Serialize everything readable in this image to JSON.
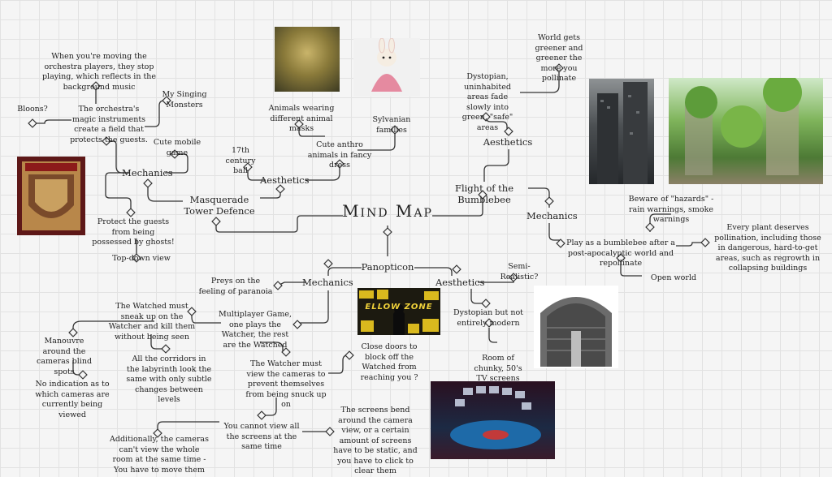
{
  "title": "Mind Map",
  "branches": {
    "masquerade": {
      "title": "Masquerade Tower Defence",
      "mechanics": "Mechanics",
      "aesthetics": "Aesthetics",
      "orchestra_stop": "When you're moving the orchestra players, they stop playing, which reflects in the background music",
      "singing": "My Singing Monsters",
      "bloons": "Bloons?",
      "orchestra_field": "The orchestra's magic instruments create a field that protects the guests.",
      "mobile": "Cute mobile game",
      "protect": "Protect the guests from being possessed by ghosts!",
      "topdown": "Top-down view",
      "ball": "17th century ball",
      "masks": "Animals wearing different animal masks",
      "sylvanian": "Sylvanian families",
      "anthro": "Cute anthro animals in fancy dress"
    },
    "bumblebee": {
      "title": "Flight of the Bumblebee",
      "aesthetics": "Aesthetics",
      "mechanics": "Mechanics",
      "greener": "World gets greener and greener the more you pollinate",
      "dystopian": "Dystopian, uninhabited areas fade slowly into green, \"safe\" areas",
      "hazards": "Beware of \"hazards\" - rain warnings, smoke warnings",
      "play": "Play as a bumblebee after a post-apocalyptic world and repollinate",
      "plant": "Every plant deserves pollination, including those in dangerous, hard-to-get areas, such as regrowth in collapsing buildings",
      "open": "Open world"
    },
    "panopticon": {
      "title": "Panopticon",
      "mechanics": "Mechanics",
      "aesthetics": "Aesthetics",
      "semi": "Semi-Realistic?",
      "preys": "Preys on the feeling of paranoia",
      "dystopian": "Dystopian but not entirely modern",
      "watched_sneak": "The Watched must sneak up on the Watcher and kill them without being seen",
      "multiplayer": "Multiplayer Game, one plays the Watcher, the rest are the Watched",
      "tv": "Room of chunky, 50's TV screens",
      "manouvre": "Manouvre around the cameras blind spots",
      "corridors": "All the corridors in the labyrinth look the same with only subtle changes between levels",
      "close_doors": "Close doors to block off the Watched from reaching you ?",
      "no_indication": "No indication as to which cameras are currently being viewed",
      "watcher_view": "The Watcher must view the cameras to prevent themselves from being snuck up on",
      "cannot_view": "You cannot view all the screens at the same time",
      "additionally": "Additionally, the cameras can't view the whole room at the same time - You have to move them",
      "screens_bend": "The screens bend around the camera view, or a certain amount of screens have to be static, and you have to click to clear them",
      "yellow_zone": "ELLOW ZONE"
    }
  },
  "colors": {
    "background": "#f5f5f5",
    "grid": "#e2e2e2",
    "line": "#333333"
  }
}
